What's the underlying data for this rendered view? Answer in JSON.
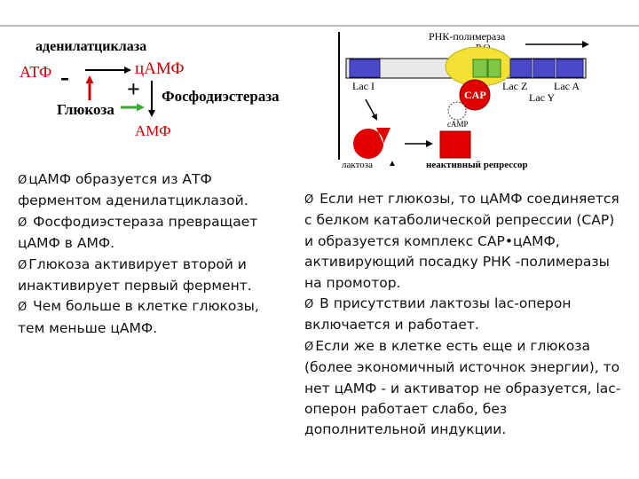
{
  "left_diagram": {
    "enzyme_label": "аденилатциклаза",
    "atf": "АТФ",
    "camp": "цАМФ",
    "minus": "-",
    "plus": "+",
    "glucose": "Глюкоза",
    "phosphodiesterase": "Фосфодиэстераза",
    "amf": "АМФ",
    "colors": {
      "red": "#cc0000",
      "green": "#3aaa35",
      "black": "#000000"
    }
  },
  "right_diagram": {
    "rna_polymerase": "РНК-полимераза",
    "po": "P O",
    "lac_i": "Lac I",
    "lac_z": "Lac Z",
    "lac_a": "Lac A",
    "lac_y": "Lac Y",
    "cap": "CAP",
    "camp": "cAMP",
    "lactose": "лактоза",
    "inactive_repressor": "неактивный репрессор",
    "colors": {
      "red": "#e00000",
      "blue": "#4a4ac8",
      "yellow": "#f2e033",
      "green": "#7ec846",
      "dna": "#e8e8e8"
    }
  },
  "left_text": [
    {
      "bullet": "Ø",
      "text": "цАМФ образуется из АТФ ферментом аденилатциклазой."
    },
    {
      "bullet": "Ø",
      "text": " Фосфодиэстераза превращает цАМФ в АМФ."
    },
    {
      "bullet": "Ø",
      "text": "Глюкоза активирует второй и инактивирует первый фермент."
    },
    {
      "bullet": "Ø",
      "text": " Чем больше в клетке глюкозы, тем меньше цАМФ."
    }
  ],
  "right_text": [
    {
      "bullet": "Ø",
      "text": " Если нет глюкозы, то цАМФ соединяется с белком катаболической репрессии (CAP) и образуется комплекс CAP•цАМФ, активирующий посадку РНК -полимеразы на промотор."
    },
    {
      "bullet": "Ø",
      "text": " В присутствии лактозы lac-оперон включается и работает."
    },
    {
      "bullet": "Ø",
      "text": "Если же в клетке есть еще и глюкоза (более экономичный источнок энергии), то нет цАМФ - и активатор не образуется, lac-оперон работает слабо, без дополнительной индукции."
    }
  ]
}
